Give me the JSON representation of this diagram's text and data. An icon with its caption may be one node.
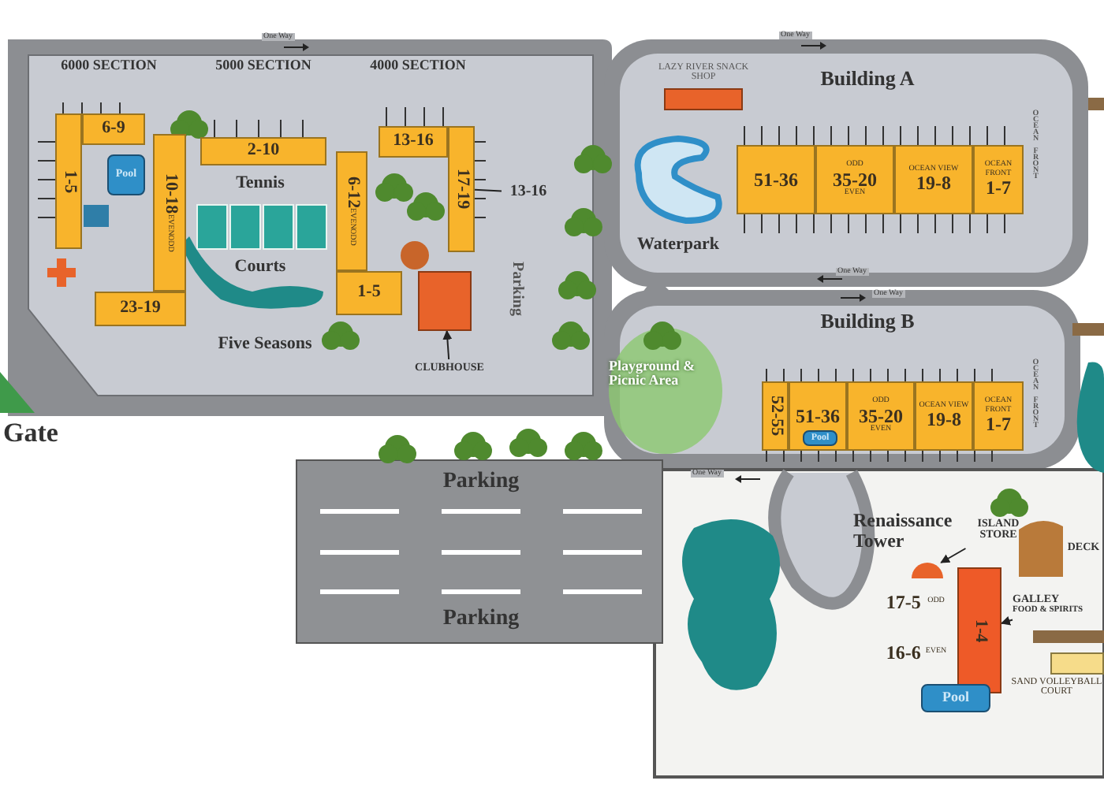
{
  "diagram": {
    "nodes": [
      {
        "text": [
          "6-9"
        ]
      },
      {
        "text": [
          "1-5"
        ]
      },
      {
        "text": [
          "Pool"
        ]
      },
      {
        "text": [
          "10-18",
          "EVEN",
          "ODD"
        ]
      },
      {
        "text": [
          "23-19"
        ]
      },
      {
        "text": [
          "2-10"
        ]
      },
      {
        "text": [
          "6-12",
          "EVEN",
          "ODD"
        ]
      },
      {
        "text": [
          "1-5"
        ]
      },
      {
        "text": [
          "13-16"
        ]
      },
      {
        "text": [
          "17-19"
        ]
      },
      {
        "text": [],
        "shape": "box"
      },
      {
        "text": [
          "CLUBHOUSE"
        ]
      },
      {
        "text": [
          "13-16"
        ]
      },
      {
        "text": [
          "51-36"
        ]
      },
      {
        "text": [
          "ODD",
          "35-20",
          "EVEN"
        ]
      },
      {
        "text": [
          "OCEAN VIEW",
          "19-8"
        ]
      },
      {
        "text": [
          "OCEAN FRONT",
          "1-7"
        ]
      },
      {
        "text": [
          "LAZY RIVER SNACK SHOP"
        ]
      },
      {
        "text": [
          "52-55"
        ]
      },
      {
        "text": [
          "51-36"
        ]
      },
      {
        "text": [
          "Pool"
        ],
        "in": 19
      },
      {
        "text": [
          "ODD",
          "35-20",
          "EVEN"
        ]
      },
      {
        "text": [
          "OCEAN VIEW",
          "19-8"
        ]
      },
      {
        "text": [
          "OCEAN FRONT",
          "1-7"
        ]
      },
      {
        "text": [
          "17-5",
          "ODD",
          "16-6",
          "EVEN"
        ]
      },
      {
        "text": [],
        "shape": "circle"
      },
      {
        "text": [
          "1-4"
        ]
      },
      {
        "text": [
          "Pool"
        ]
      },
      {
        "text": [
          "ISLAND STORE"
        ]
      },
      {
        "text": [
          "GALLEY",
          "FOOD & SPIRITS"
        ]
      },
      {
        "text": [
          "SAND VOLLEYBALL COURT"
        ]
      }
    ],
    "edges": [
      {
        "from": 11,
        "to": 10,
        "arrow": "to"
      },
      {
        "from": 12,
        "to": 9,
        "arrow": "none"
      },
      {
        "from": 28,
        "to": 25,
        "arrow": "to"
      },
      {
        "from": 29,
        "to": 26,
        "arrow": "to"
      }
    ],
    "labels": [
      "One Way",
      "6000 SECTION",
      "5000 SECTION",
      "4000 SECTION",
      "One Way",
      "Building A",
      "Tennis",
      "OCEAN FRONT",
      "Courts",
      "Waterpark",
      "One Way",
      "Parking",
      "Five Seasons",
      "One Way",
      "Building B",
      "Playground & Picnic Area",
      "OCEAN FRONT",
      "Gate",
      "Parking",
      "One Way",
      "Renaissance Tower",
      "DECK",
      "Parking"
    ]
  }
}
